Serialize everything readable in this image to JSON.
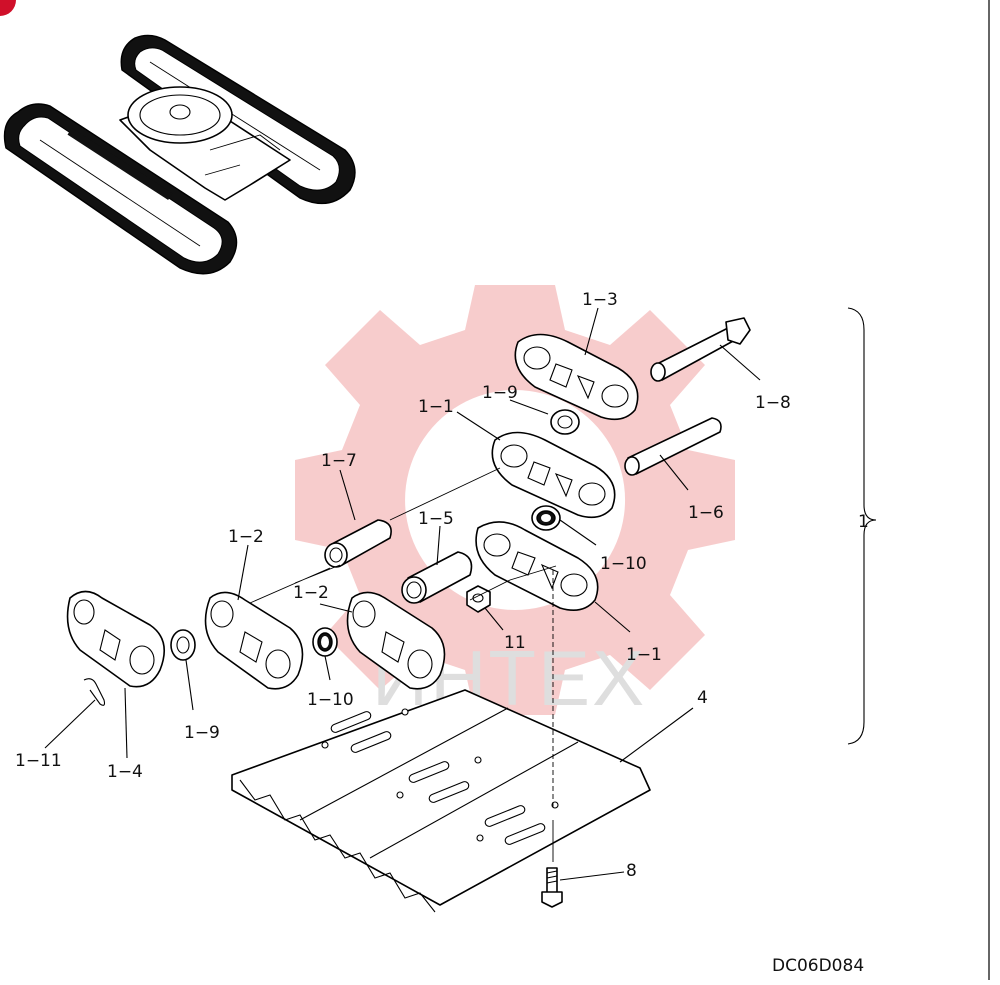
{
  "diagram_code": "DC06D084",
  "watermark_text": "ИНТЕХ",
  "colors": {
    "watermark_gear": "#f6c6c6",
    "watermark_text": "#dedede",
    "corner_mark": "#d0102a",
    "line": "#000000"
  },
  "callouts": {
    "assembly": "1",
    "link_assembly_a": "1−1",
    "link_assembly_b": "1−1",
    "link_right_a": "1−2",
    "link_right_b": "1−2",
    "master_link": "1−3",
    "master_link_left": "1−4",
    "bushing": "1−5",
    "pin": "1−6",
    "master_bushing": "1−7",
    "master_pin": "1−8",
    "spacer_a": "1−9",
    "spacer_b": "1−9",
    "seal_a": "1−10",
    "seal_b": "1−10",
    "lock_pin": "1−11",
    "shoe": "4",
    "bolt": "8",
    "nut": "11"
  }
}
